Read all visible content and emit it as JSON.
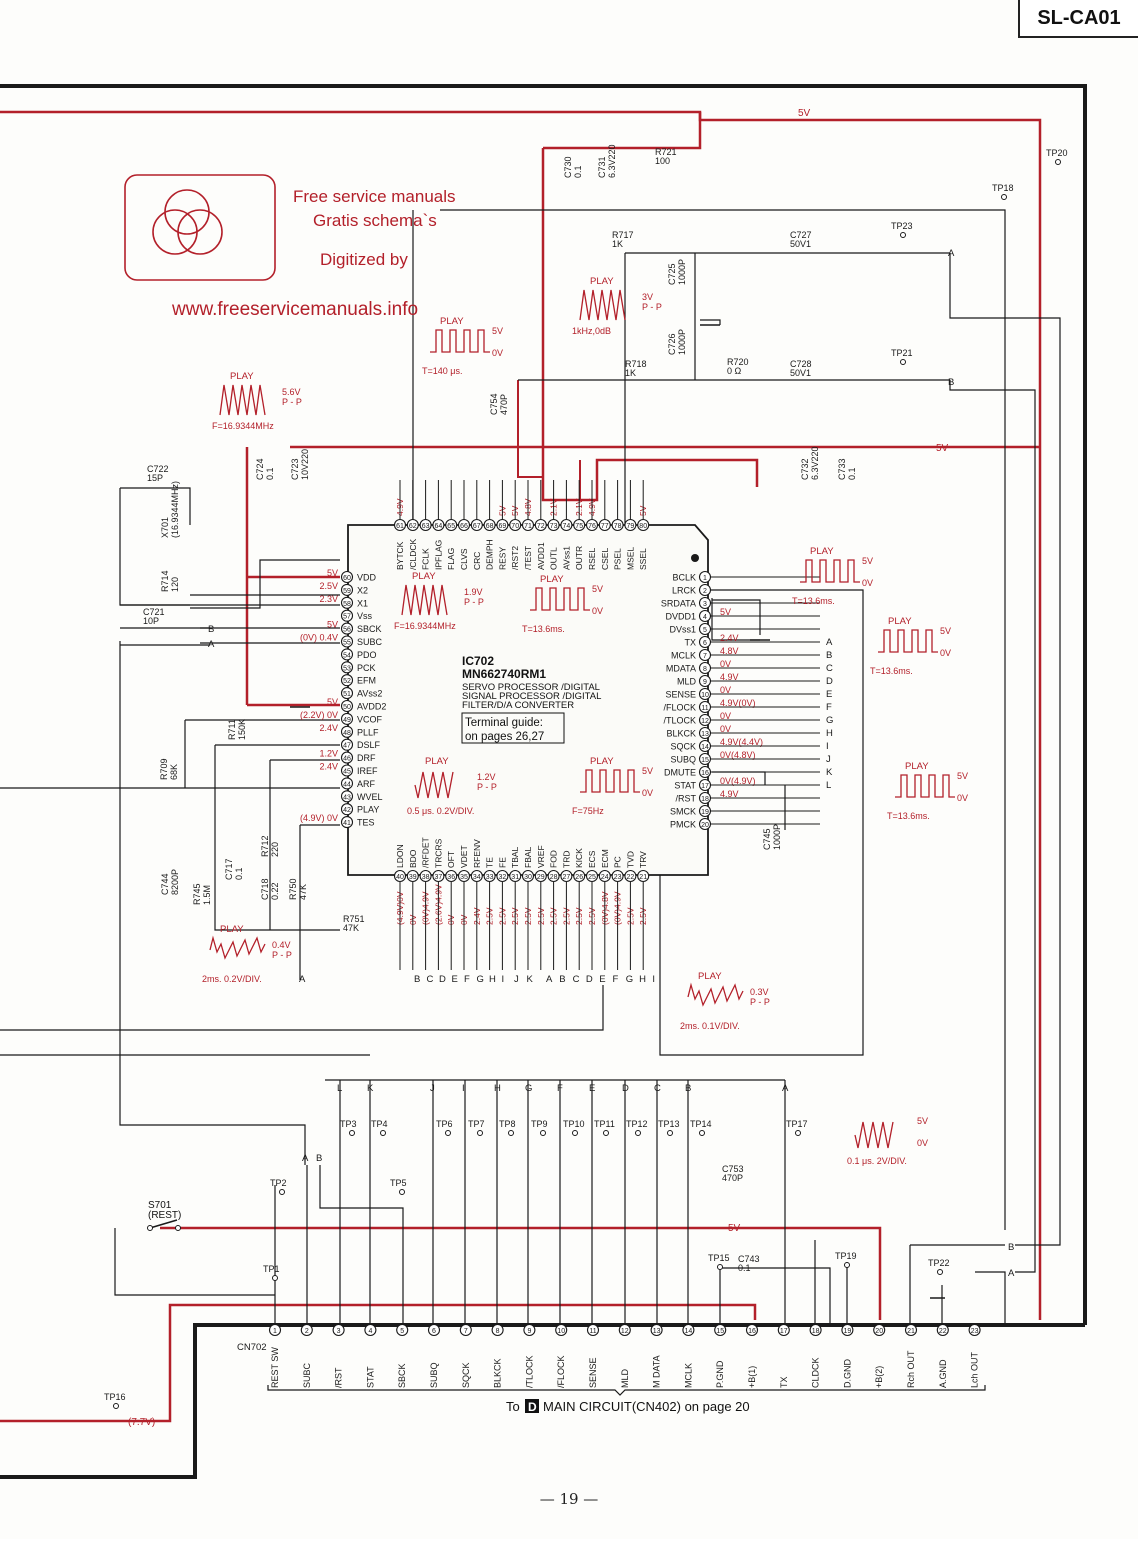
{
  "header": {
    "model": "SL-CA01"
  },
  "watermark": {
    "line1": "Free service manuals",
    "line2": "Gratis schema`s",
    "line3": "Digitized by",
    "url": "www.freeservicemanuals.info"
  },
  "ic": {
    "ref": "IC702",
    "part": "MN662740RM1",
    "desc1": "SERVO PROCESSOR /DIGITAL",
    "desc2": "SIGNAL PROCESSOR /DIGITAL",
    "desc3": "FILTER/D/A CONVERTER",
    "guide1": "Terminal guide:",
    "guide2": "on pages 26,27",
    "left_pins": [
      {
        "n": "60",
        "name": "VDD",
        "v": "5V"
      },
      {
        "n": "59",
        "name": "X2",
        "v": "2.5V"
      },
      {
        "n": "58",
        "name": "X1",
        "v": "2.3V"
      },
      {
        "n": "57",
        "name": "Vss",
        "v": ""
      },
      {
        "n": "56",
        "name": "SBCK",
        "v": "5V"
      },
      {
        "n": "55",
        "name": "SUBC",
        "v": "(0V) 0.4V"
      },
      {
        "n": "54",
        "name": "PDO",
        "v": ""
      },
      {
        "n": "53",
        "name": "PCK",
        "v": ""
      },
      {
        "n": "52",
        "name": "EFM",
        "v": ""
      },
      {
        "n": "51",
        "name": "AVss2",
        "v": ""
      },
      {
        "n": "50",
        "name": "AVDD2",
        "v": "5V"
      },
      {
        "n": "49",
        "name": "VCOF",
        "v": "(2.2V) 0V"
      },
      {
        "n": "48",
        "name": "PLLF",
        "v": "2.4V"
      },
      {
        "n": "47",
        "name": "DSLF",
        "v": ""
      },
      {
        "n": "46",
        "name": "DRF",
        "v": "1.2V"
      },
      {
        "n": "45",
        "name": "IREF",
        "v": "2.4V"
      },
      {
        "n": "44",
        "name": "ARF",
        "v": ""
      },
      {
        "n": "43",
        "name": "WVEL",
        "v": ""
      },
      {
        "n": "42",
        "name": "PLAY",
        "v": ""
      },
      {
        "n": "41",
        "name": "TES",
        "v": "(4.9V) 0V"
      }
    ],
    "right_pins": [
      {
        "n": "1",
        "name": "BCLK",
        "v": ""
      },
      {
        "n": "2",
        "name": "LRCK",
        "v": ""
      },
      {
        "n": "3",
        "name": "SRDATA",
        "v": ""
      },
      {
        "n": "4",
        "name": "DVDD1",
        "v": "5V"
      },
      {
        "n": "5",
        "name": "DVss1",
        "v": ""
      },
      {
        "n": "6",
        "name": "TX",
        "v": "2.4V"
      },
      {
        "n": "7",
        "name": "MCLK",
        "v": "4.8V"
      },
      {
        "n": "8",
        "name": "MDATA",
        "v": "0V"
      },
      {
        "n": "9",
        "name": "MLD",
        "v": "4.9V"
      },
      {
        "n": "10",
        "name": "SENSE",
        "v": "0V"
      },
      {
        "n": "11",
        "name": "/FLOCK",
        "v": "4.9V(0V)"
      },
      {
        "n": "12",
        "name": "/TLOCK",
        "v": "0V"
      },
      {
        "n": "13",
        "name": "BLKCK",
        "v": "0V"
      },
      {
        "n": "14",
        "name": "SQCK",
        "v": "4.9V(4.4V)"
      },
      {
        "n": "15",
        "name": "SUBQ",
        "v": "0V(4.8V)"
      },
      {
        "n": "16",
        "name": "DMUTE",
        "v": ""
      },
      {
        "n": "17",
        "name": "STAT",
        "v": "0V(4.9V)"
      },
      {
        "n": "18",
        "name": "/RST",
        "v": "4.9V"
      },
      {
        "n": "19",
        "name": "SMCK",
        "v": ""
      },
      {
        "n": "20",
        "name": "PMCK",
        "v": ""
      }
    ],
    "top_pins": [
      {
        "n": "61",
        "name": "BYTCK",
        "v": "4.9V"
      },
      {
        "n": "62",
        "name": "/CLDCK",
        "v": ""
      },
      {
        "n": "63",
        "name": "FCLK",
        "v": ""
      },
      {
        "n": "64",
        "name": "IPFLAG",
        "v": ""
      },
      {
        "n": "65",
        "name": "FLAG",
        "v": ""
      },
      {
        "n": "66",
        "name": "CLVS",
        "v": ""
      },
      {
        "n": "67",
        "name": "CRC",
        "v": ""
      },
      {
        "n": "68",
        "name": "DEMPH",
        "v": ""
      },
      {
        "n": "69",
        "name": "RESY",
        "v": "5V"
      },
      {
        "n": "70",
        "name": "/RST2",
        "v": "5V"
      },
      {
        "n": "71",
        "name": "/TEST",
        "v": "4.8V"
      },
      {
        "n": "72",
        "name": "AVDD1",
        "v": ""
      },
      {
        "n": "73",
        "name": "OUTL",
        "v": "2.1V"
      },
      {
        "n": "74",
        "name": "AVss1",
        "v": ""
      },
      {
        "n": "75",
        "name": "OUTR",
        "v": "2.1V"
      },
      {
        "n": "76",
        "name": "RSEL",
        "v": "4.9V"
      },
      {
        "n": "77",
        "name": "CSEL",
        "v": ""
      },
      {
        "n": "78",
        "name": "PSEL",
        "v": ""
      },
      {
        "n": "79",
        "name": "MSEL",
        "v": ""
      },
      {
        "n": "80",
        "name": "SSEL",
        "v": "5V"
      }
    ],
    "bottom_pins": [
      {
        "n": "40",
        "name": "LDON",
        "v": "(4.9V)0V"
      },
      {
        "n": "39",
        "name": "BDO",
        "v": "0V"
      },
      {
        "n": "38",
        "name": "/RFDET",
        "v": "(0V)4.9V"
      },
      {
        "n": "37",
        "name": "TRCRS",
        "v": "(2.6V)4.9V"
      },
      {
        "n": "36",
        "name": "OFT",
        "v": "0V"
      },
      {
        "n": "35",
        "name": "VDET",
        "v": "0V"
      },
      {
        "n": "34",
        "name": "RFENV",
        "v": "2.4V"
      },
      {
        "n": "33",
        "name": "TE",
        "v": "2.5V"
      },
      {
        "n": "32",
        "name": "FE",
        "v": "2.5V"
      },
      {
        "n": "31",
        "name": "TBAL",
        "v": "2.5V"
      },
      {
        "n": "30",
        "name": "FBAL",
        "v": "2.5V"
      },
      {
        "n": "29",
        "name": "VREF",
        "v": "2.5V"
      },
      {
        "n": "28",
        "name": "FOD",
        "v": "2.5V"
      },
      {
        "n": "27",
        "name": "TRD",
        "v": "2.5V"
      },
      {
        "n": "26",
        "name": "KICK",
        "v": "2.5V"
      },
      {
        "n": "25",
        "name": "ECS",
        "v": "2.5V"
      },
      {
        "n": "24",
        "name": "ECM",
        "v": "(0V)4.8V"
      },
      {
        "n": "23",
        "name": "PC",
        "v": "(0V)4.9V"
      },
      {
        "n": "22",
        "name": "TVD",
        "v": "2.5V"
      },
      {
        "n": "21",
        "name": "TRV",
        "v": "2.5V"
      }
    ]
  },
  "components": [
    {
      "ref": "C730",
      "val": "0.1"
    },
    {
      "ref": "C731",
      "val": "6.3V220"
    },
    {
      "ref": "R721",
      "val": "100"
    },
    {
      "ref": "R717",
      "val": "1K"
    },
    {
      "ref": "C727",
      "val": "50V1"
    },
    {
      "ref": "C725",
      "val": "1000P"
    },
    {
      "ref": "C726",
      "val": "1000P"
    },
    {
      "ref": "R718",
      "val": "1K"
    },
    {
      "ref": "R720",
      "val": "0 Ω"
    },
    {
      "ref": "C728",
      "val": "50V1"
    },
    {
      "ref": "C754",
      "val": "470P"
    },
    {
      "ref": "C724",
      "val": "0.1"
    },
    {
      "ref": "C723",
      "val": "10V220"
    },
    {
      "ref": "C732",
      "val": "6.3V220"
    },
    {
      "ref": "C733",
      "val": "0.1"
    },
    {
      "ref": "C722",
      "val": "15P"
    },
    {
      "ref": "X701",
      "val": "(16.9344MHz)"
    },
    {
      "ref": "R714",
      "val": "120"
    },
    {
      "ref": "C721",
      "val": "10P"
    },
    {
      "ref": "R711",
      "val": "150K"
    },
    {
      "ref": "R709",
      "val": "68K"
    },
    {
      "ref": "R712",
      "val": "220"
    },
    {
      "ref": "R750",
      "val": "47K"
    },
    {
      "ref": "C744",
      "val": "8200P"
    },
    {
      "ref": "R745",
      "val": "1.5M"
    },
    {
      "ref": "C717",
      "val": "0.1"
    },
    {
      "ref": "C718",
      "val": "0.22"
    },
    {
      "ref": "R751",
      "val": "47K"
    },
    {
      "ref": "C745",
      "val": "1000P"
    },
    {
      "ref": "C753",
      "val": "470P"
    },
    {
      "ref": "C743",
      "val": "0.1"
    }
  ],
  "testpoints": {
    "TP20": "TP20",
    "TP18": "TP18",
    "TP23": "TP23",
    "TP21": "TP21",
    "TP3": "TP3",
    "TP4": "TP4",
    "TP6": "TP6",
    "TP7": "TP7",
    "TP8": "TP8",
    "TP9": "TP9",
    "TP10": "TP10",
    "TP11": "TP11",
    "TP12": "TP12",
    "TP13": "TP13",
    "TP14": "TP14",
    "TP17": "TP17",
    "TP2": "TP2",
    "TP5": "TP5",
    "TP1": "TP1",
    "TP15": "TP15",
    "TP19": "TP19",
    "TP22": "TP22",
    "TP16": "TP16"
  },
  "waveforms": {
    "w1": {
      "mode": "PLAY",
      "amp": "5.6V",
      "unit": "P - P",
      "freq": "F=16.9344MHz"
    },
    "w2": {
      "mode": "PLAY",
      "hi": "5V",
      "lo": "0V",
      "t": "T=140 μs."
    },
    "w3": {
      "mode": "PLAY",
      "amp": "3V",
      "unit": "P - P",
      "freq": "1kHz,0dB"
    },
    "w4": {
      "mode": "PLAY",
      "amp": "1.9V",
      "unit": "P - P",
      "freq": "F=16.9344MHz"
    },
    "w5": {
      "mode": "PLAY",
      "hi": "5V",
      "lo": "0V",
      "t": "T=13.6ms."
    },
    "w6": {
      "mode": "PLAY",
      "hi": "5V",
      "lo": "0V",
      "t": "T=13.6ms."
    },
    "w7": {
      "mode": "PLAY",
      "hi": "5V",
      "lo": "0V",
      "t": "T=13.6ms."
    },
    "w8": {
      "mode": "PLAY",
      "amp": "1.2V",
      "unit": "P - P",
      "t": "0.5 μs. 0.2V/DIV."
    },
    "w9": {
      "mode": "PLAY",
      "hi": "5V",
      "lo": "0V",
      "t": "F=75Hz"
    },
    "w10": {
      "mode": "PLAY",
      "hi": "5V",
      "lo": "0V",
      "t": "T=13.6ms."
    },
    "w11": {
      "mode": "PLAY",
      "amp": "0.4V",
      "unit": "P - P",
      "t": "2ms. 0.2V/DIV."
    },
    "w12": {
      "mode": "PLAY",
      "amp": "0.3V",
      "unit": "P - P",
      "t": "2ms. 0.1V/DIV."
    },
    "w13": {
      "hi": "5V",
      "lo": "0V",
      "t": "0.1 μs. 2V/DIV."
    }
  },
  "rails": {
    "v5": "5V",
    "v77": "(7.7V)"
  },
  "switch": {
    "ref": "S701",
    "name": "(REST)"
  },
  "connector": {
    "ref": "CN702",
    "pins": [
      {
        "n": "1",
        "name": "REST SW"
      },
      {
        "n": "2",
        "name": "SUBC"
      },
      {
        "n": "3",
        "name": "/RST"
      },
      {
        "n": "4",
        "name": "STAT"
      },
      {
        "n": "5",
        "name": "SBCK"
      },
      {
        "n": "6",
        "name": "SUBQ"
      },
      {
        "n": "7",
        "name": "SQCK"
      },
      {
        "n": "8",
        "name": "BLKCK"
      },
      {
        "n": "9",
        "name": "/TLOCK"
      },
      {
        "n": "10",
        "name": "/FLOCK"
      },
      {
        "n": "11",
        "name": "SENSE"
      },
      {
        "n": "12",
        "name": "MLD"
      },
      {
        "n": "13",
        "name": "M DATA"
      },
      {
        "n": "14",
        "name": "MCLK"
      },
      {
        "n": "15",
        "name": "P.GND"
      },
      {
        "n": "16",
        "name": "+B(1)"
      },
      {
        "n": "17",
        "name": "TX"
      },
      {
        "n": "18",
        "name": "CLDCK"
      },
      {
        "n": "19",
        "name": "D.GND"
      },
      {
        "n": "20",
        "name": "+B(2)"
      },
      {
        "n": "21",
        "name": "Rch OUT"
      },
      {
        "n": "22",
        "name": "A.GND"
      },
      {
        "n": "23",
        "name": "Lch OUT"
      }
    ],
    "to_prefix": "To",
    "to_badge": "D",
    "to_text": "MAIN CIRCUIT(CN402) on page 20"
  },
  "bus_letters_upper": [
    "L",
    "K",
    "J",
    "I",
    "H",
    "G",
    "F",
    "E",
    "D",
    "C",
    "B",
    "A"
  ],
  "bus_letters_left": [
    "B",
    "C",
    "D",
    "E",
    "F",
    "G",
    "H",
    "I",
    "J",
    "K"
  ],
  "bus_letters_mid": [
    "A",
    "B",
    "C",
    "D",
    "E",
    "F",
    "G",
    "H",
    "I"
  ],
  "right_bus_letters": [
    "A",
    "B",
    "C",
    "D",
    "E",
    "F",
    "G",
    "H",
    "I",
    "J",
    "K",
    "L"
  ],
  "page_number": "— 19 —"
}
